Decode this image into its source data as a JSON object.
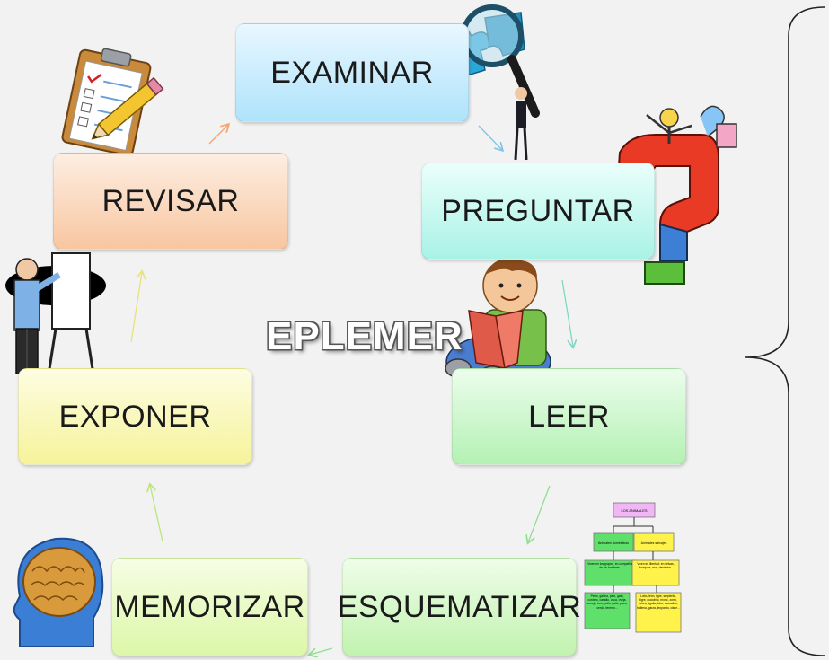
{
  "title": "EPLEMER",
  "steps": {
    "examinar": "EXAMINAR",
    "preguntar": "PREGUNTAR",
    "leer": "LEER",
    "esquematizar": "ESQUEMATIZAR",
    "memorizar": "MEMORIZAR",
    "exponer": "EXPONER",
    "revisar": "REVISAR"
  },
  "mindmap": {
    "root": "LOS ANIMALES",
    "branch_left": "Animales domésticos",
    "branch_right": "Animales salvajes",
    "desc_left": "Viven en los grupos, en compañía de los hombres.",
    "desc_right": "Viven en libertad: en selvas, bosques, mar, desiertos.",
    "list_left": "Perro, gallina, pato, gato, cordero, caballo, vaca, oveja, conejo, toro, pollo, gallo, pavo, cerdo, ternero...",
    "list_right": "Lobo, león, tigre, serpiente, tigre, cocodrilo, mono, zorro, cebra, águila, lobo, escualido, ballena, garza, leopardo, cisne..."
  },
  "colors": {
    "arrow": "#9fd3c7",
    "bracket": "#222222"
  }
}
